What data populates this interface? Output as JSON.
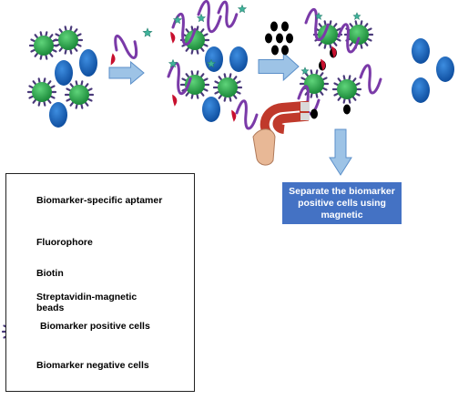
{
  "legend": {
    "aptamer": "Biomarker-specific aptamer",
    "fluorophore": "Fluorophore",
    "biotin": "Biotin",
    "beads": "Streptavidin-magnetic beads",
    "positive_cells": "Biomarker positive cells",
    "negative_cells": "Biomarker negative cells"
  },
  "separation_note": "Separate the biomarker positive cells using magnetic",
  "colors": {
    "positive_cell": "#2ea84c",
    "negative_cell": "#1f6bc4",
    "aptamer": "#7a3aa8",
    "fluorophore": "#3fb39a",
    "biotin": "#c8102e",
    "bead": "#000000",
    "arrow": "#9dc3e6",
    "note_box": "#4472c4"
  }
}
